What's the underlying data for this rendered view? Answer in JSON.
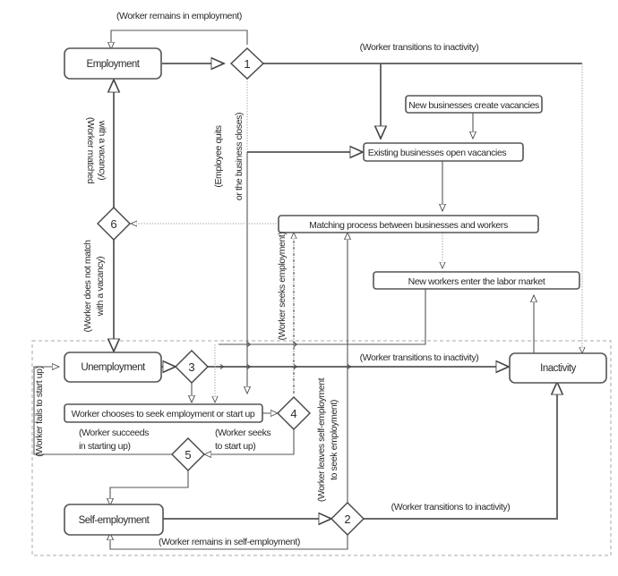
{
  "nodes": {
    "employment": "Employment",
    "unemployment": "Unemployment",
    "self_employment": "Self-employment",
    "inactivity": "Inactivity",
    "new_businesses": "New businesses create vacancies",
    "existing_businesses": "Existing businesses open vacancies",
    "matching": "Matching process between businesses and workers",
    "new_workers": "New workers enter the labor market",
    "worker_chooses": "Worker chooses to seek employment or start up"
  },
  "decisions": {
    "d1": "1",
    "d2": "2",
    "d3": "3",
    "d4": "4",
    "d5": "5",
    "d6": "6"
  },
  "labels": {
    "remains_employment": "(Worker remains in employment)",
    "transition_inactivity_top": "(Worker transitions to inactivity)",
    "matched_line1": "(Worker matched",
    "matched_line2": "with a vacancy)",
    "quits_line1": "(Employee quits",
    "quits_line2": "or the business closes)",
    "not_match_line1": "(Worker does not match",
    "not_match_line2": "with a vacancy)",
    "seeks_employment": "(Worker seeks employment)",
    "transition_inactivity_mid": "(Worker transitions to inactivity)",
    "fails_startup": "(Worker fails to start up)",
    "succeeds_line1": "(Worker succeeds",
    "succeeds_line2": "in starting up)",
    "seeks_startup_line1": "(Worker seeks",
    "seeks_startup_line2": "to start up)",
    "leaves_self_line1": "(Worker leaves self-employment",
    "leaves_self_line2": "to seek employment)",
    "transition_inactivity_bottom": "(Worker transitions to inactivity)",
    "remains_self": "(Worker remains in self-employment)"
  }
}
